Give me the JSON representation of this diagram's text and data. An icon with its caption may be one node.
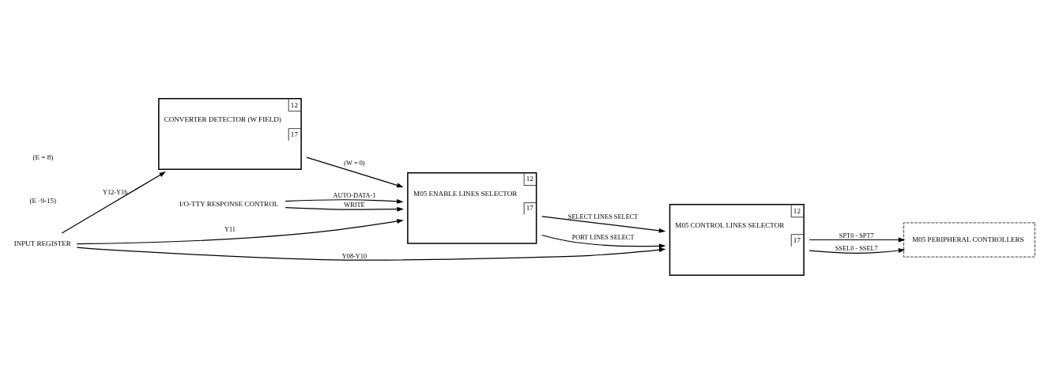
{
  "diagram": {
    "nodes": [
      {
        "text": [
          "INPUT REGISTER"
        ]
      },
      {
        "text": [
          "I/O-TTY RESPONSE CONTROL"
        ]
      },
      {
        "text": [
          "CONVERTER DETECTOR (W FIELD)",
          "12",
          "17"
        ]
      },
      {
        "text": [
          "M05 ENABLE LINES SELECTOR",
          "12",
          "17"
        ]
      },
      {
        "text": [
          "M05 CONTROL LINES SELECTOR",
          "12",
          "17"
        ]
      },
      {
        "text": [
          "M05 PERIPHERAL CONTROLLERS"
        ]
      }
    ],
    "edges": [
      {
        "from": 0,
        "to": 4,
        "arrow": "to",
        "label": "Y08-Y10"
      },
      {
        "from": 0,
        "to": 3,
        "arrow": "to",
        "label": "Y11"
      },
      {
        "from": 0,
        "to": 2,
        "arrow": "to",
        "label": "Y12-Y16"
      },
      {
        "from": 2,
        "to": 3,
        "arrow": "to",
        "label": "(W = 0)"
      },
      {
        "from": 1,
        "to": 3,
        "arrow": "to",
        "label": "AUTO-DATA-1"
      },
      {
        "from": 1,
        "to": 3,
        "arrow": "to",
        "label": "WRITE"
      },
      {
        "from": 3,
        "to": 4,
        "arrow": "to",
        "label": "PORT LINES SELECT"
      },
      {
        "from": 3,
        "to": 4,
        "arrow": "to",
        "label": "SELECT LINES SELECT"
      },
      {
        "from": 4,
        "to": 5,
        "arrow": "to",
        "label": "SPT0 - SPT7"
      },
      {
        "from": 4,
        "to": 5,
        "arrow": "to",
        "label": "SSEL0 - SSEL7"
      }
    ],
    "labels": [
      "(E ·9-15)",
      "(E = 8)"
    ]
  }
}
